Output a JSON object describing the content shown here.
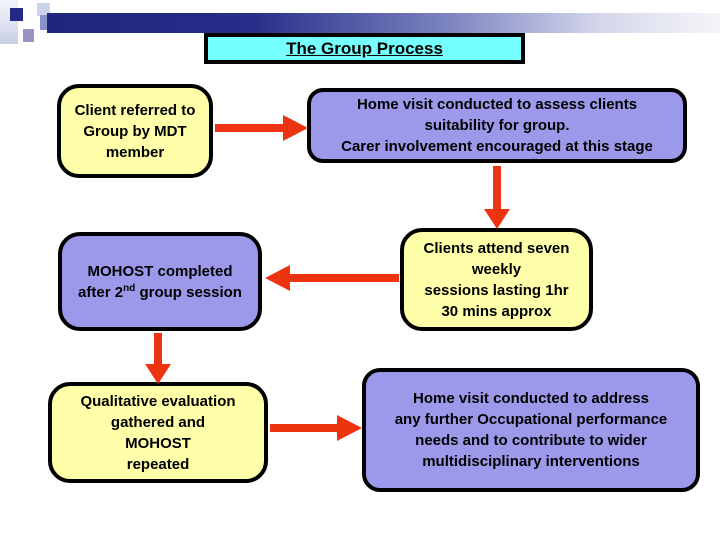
{
  "slide": {
    "title": "The Group Process"
  },
  "colors": {
    "title_fill": "#75ffff",
    "yellow_fill": "#ffffa9",
    "purple_fill": "#9c99eb",
    "arrow": "#ee3311",
    "header_navy": "#232984",
    "border": "#000000"
  },
  "boxes": [
    {
      "id": "client-referred",
      "fill": "yellow",
      "lines": [
        "Client referred to",
        "Group by MDT",
        "member"
      ]
    },
    {
      "id": "home-visit-assess",
      "fill": "purple",
      "lines": [
        "Home visit conducted to assess clients",
        "suitability for group.",
        "Carer involvement encouraged at this stage"
      ]
    },
    {
      "id": "mohost-completed",
      "fill": "purple",
      "line1": "MOHOST completed",
      "line2_prefix": "after 2",
      "line2_sup": "nd",
      "line2_suffix": " group session"
    },
    {
      "id": "clients-attend",
      "fill": "yellow",
      "lines": [
        "Clients attend seven",
        "weekly",
        "sessions lasting 1hr",
        "30 mins approx"
      ]
    },
    {
      "id": "qualitative-eval",
      "fill": "yellow",
      "lines": [
        "Qualitative evaluation",
        "gathered and",
        "MOHOST",
        "repeated"
      ]
    },
    {
      "id": "home-visit-address",
      "fill": "purple",
      "lines": [
        "Home visit conducted to address",
        "any further Occupational performance",
        "needs and to contribute to wider",
        "multidisciplinary interventions"
      ]
    }
  ],
  "arrows": [
    {
      "name": "arrow-right-icon",
      "from": "client-referred",
      "to": "home-visit-assess"
    },
    {
      "name": "arrow-down-icon",
      "from": "home-visit-assess",
      "to": "clients-attend"
    },
    {
      "name": "arrow-left-icon",
      "from": "clients-attend",
      "to": "mohost-completed"
    },
    {
      "name": "arrow-down-icon",
      "from": "mohost-completed",
      "to": "qualitative-eval"
    },
    {
      "name": "arrow-right-icon",
      "from": "qualitative-eval",
      "to": "home-visit-address"
    }
  ]
}
